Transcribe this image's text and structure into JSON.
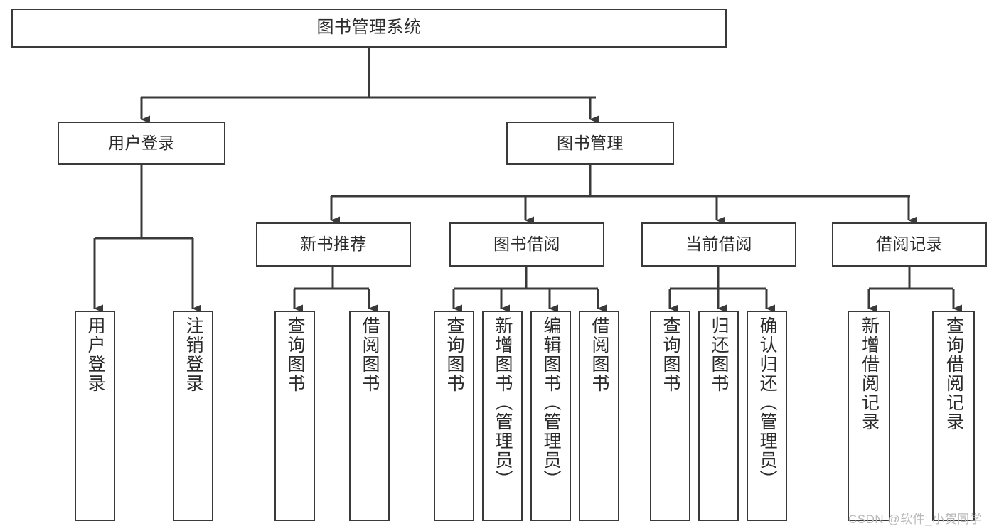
{
  "diagram": {
    "title": "图书管理系统",
    "type": "tree-hierarchy",
    "colors": {
      "stroke": "#3a3a3a",
      "fill": "#ffffff",
      "text": "#2b2b2b",
      "watermark": "#b9b9b9"
    },
    "root": {
      "label": "图书管理系统"
    },
    "level2": [
      {
        "label": "用户登录"
      },
      {
        "label": "图书管理"
      }
    ],
    "level3": [
      {
        "label": "新书推荐"
      },
      {
        "label": "图书借阅"
      },
      {
        "label": "当前借阅"
      },
      {
        "label": "借阅记录"
      }
    ],
    "leaves": {
      "user_login": [
        {
          "label": "用户登录"
        },
        {
          "label": "注销登录"
        }
      ],
      "new_book_recommend": [
        {
          "label": "查询图书"
        },
        {
          "label": "借阅图书"
        }
      ],
      "book_borrow": [
        {
          "label": "查询图书"
        },
        {
          "label": "新增图书（管理员）"
        },
        {
          "label": "编辑图书（管理员）"
        },
        {
          "label": "借阅图书"
        }
      ],
      "current_borrow": [
        {
          "label": "查询图书"
        },
        {
          "label": "归还图书"
        },
        {
          "label": "确认归还（管理员）"
        }
      ],
      "borrow_record": [
        {
          "label": "新增借阅记录"
        },
        {
          "label": "查询借阅记录"
        }
      ]
    }
  },
  "watermark": {
    "text": "CSDN @软件_小贺同学"
  }
}
